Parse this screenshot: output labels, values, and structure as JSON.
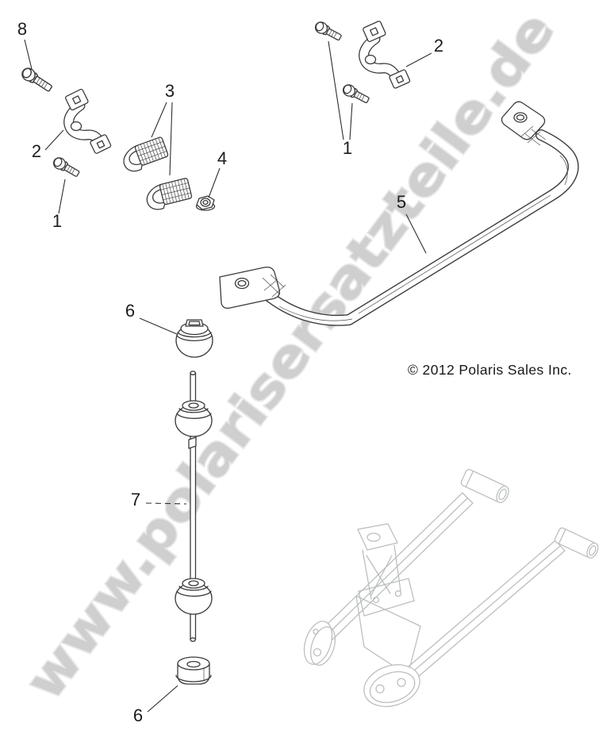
{
  "diagram": {
    "watermark": "www.polarisersatzteile.de",
    "copyright": "© 2012 Polaris Sales Inc.",
    "callouts": [
      {
        "number": "8"
      },
      {
        "number": "2"
      },
      {
        "number": "1"
      },
      {
        "number": "3"
      },
      {
        "number": "4"
      },
      {
        "number": "1"
      },
      {
        "number": "2"
      },
      {
        "number": "5"
      },
      {
        "number": "6"
      },
      {
        "number": "7"
      },
      {
        "number": "6"
      }
    ],
    "colors": {
      "line_art": "#3b3b3b",
      "sketch_gray": "#b9bebc",
      "watermark_gray": "#cfcfcf",
      "label_text": "#1c1c1c"
    }
  }
}
